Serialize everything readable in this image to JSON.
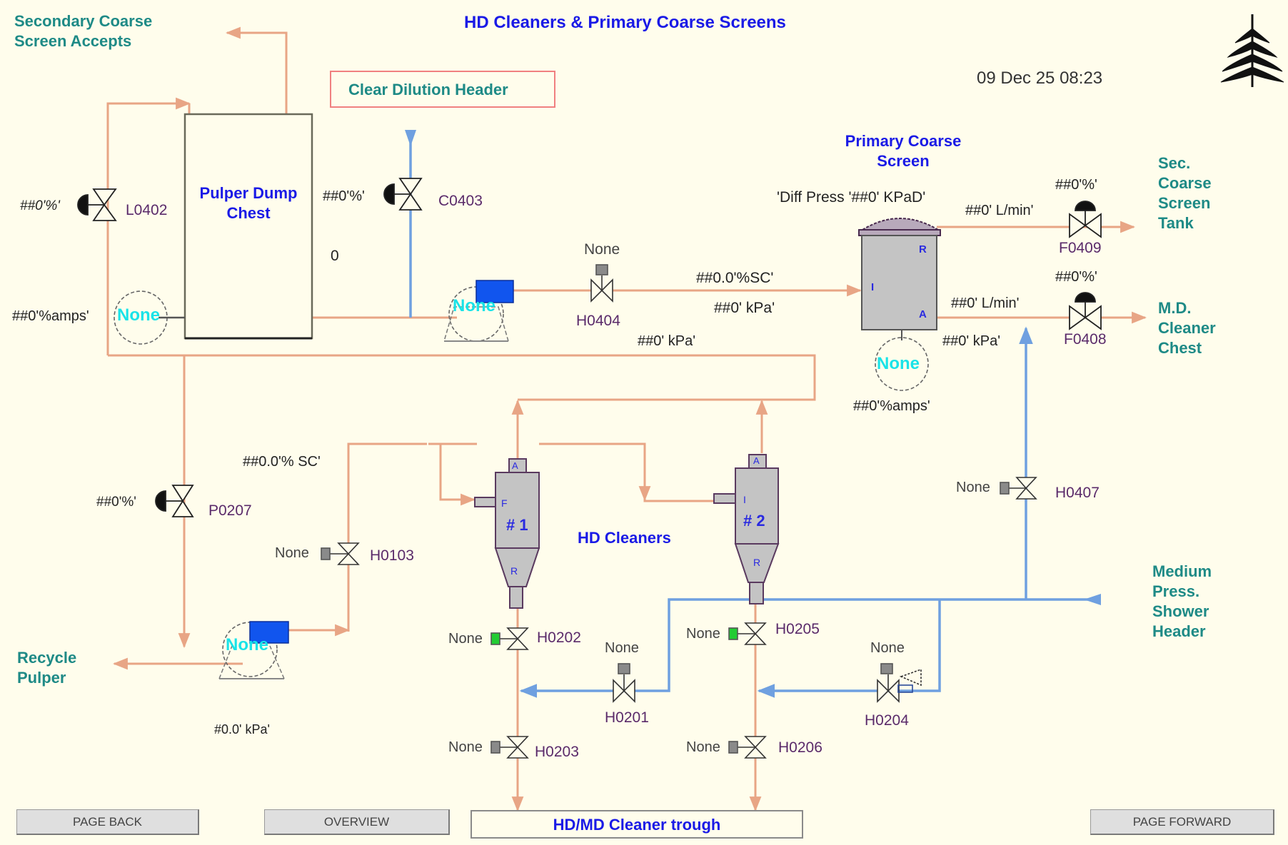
{
  "header": {
    "title": "HD Cleaners & Primary Coarse Screens",
    "timestamp": "09 Dec 25 08:23",
    "logo_icon": "fern-logo-icon"
  },
  "destinations": {
    "secondary_coarse_accepts": [
      "Secondary Coarse",
      "Screen Accepts"
    ],
    "clear_dilution_header": "Clear Dilution Header",
    "sec_coarse_screen_tank": [
      "Sec.",
      "Coarse",
      "Screen",
      "Tank"
    ],
    "md_cleaner_chest": [
      "M.D.",
      "Cleaner",
      "Chest"
    ],
    "recycle_pulper": [
      "Recycle",
      "Pulper"
    ],
    "medium_press_shower_header": [
      "Medium",
      "Press.",
      "Shower",
      "Header"
    ],
    "cleaner_trough": "HD/MD Cleaner trough"
  },
  "equipment": {
    "pulper_dump_chest": [
      "Pulper Dump",
      "Chest"
    ],
    "chest_level": "0",
    "primary_coarse_screen": [
      "Primary Coarse",
      "Screen"
    ],
    "screen_diff_press": "'Diff Press '##0' KPaD'",
    "screen_ports": {
      "inlet": "I",
      "reject": "R",
      "accept": "A"
    },
    "hd_cleaners_label": "HD Cleaners",
    "cleaner_1": {
      "label": "# 1",
      "port_top": "A",
      "port_feed": "F",
      "port_reject": "R"
    },
    "cleaner_2": {
      "label": "# 2",
      "port_top": "A",
      "port_feed": "I",
      "port_reject": "R"
    }
  },
  "motors": {
    "chest_agitator": {
      "status": "None",
      "amps": "##0'%amps'"
    },
    "screen_motor": {
      "status": "None",
      "amps": "##0'%amps'"
    },
    "pump_1": {
      "status": "None"
    },
    "pump_2": {
      "status": "None",
      "pressure": "#0.0' kPa'"
    }
  },
  "valves": {
    "L0402": {
      "tag": "L0402",
      "output": "##0'%'"
    },
    "C0403": {
      "tag": "C0403",
      "output": "##0'%'"
    },
    "H0404": {
      "tag": "H0404",
      "status": "None"
    },
    "F0409": {
      "tag": "F0409",
      "output": "##0'%'"
    },
    "F0408": {
      "tag": "F0408",
      "output": "##0'%'"
    },
    "H0407": {
      "tag": "H0407",
      "status": "None"
    },
    "P0207": {
      "tag": "P0207",
      "output": "##0'%'"
    },
    "H0103": {
      "tag": "H0103",
      "status": "None"
    },
    "H0202": {
      "tag": "H0202",
      "status": "None"
    },
    "H0201": {
      "tag": "H0201",
      "status": "None"
    },
    "H0203": {
      "tag": "H0203",
      "status": "None"
    },
    "H0205": {
      "tag": "H0205",
      "status": "None"
    },
    "H0204": {
      "tag": "H0204",
      "status": "None"
    },
    "H0206": {
      "tag": "H0206",
      "status": "None"
    }
  },
  "measurements": {
    "screen_feed_consistency": "##0.0'%SC'",
    "screen_feed_pressure": "##0' kPa'",
    "pump1_discharge_pressure": "##0' kPa'",
    "reject_flow": "##0' L/min'",
    "accept_flow": "##0' L/min'",
    "accept_pressure": "##0' kPa'",
    "cleaner_feed_consistency": "##0.0'% SC'"
  },
  "colors": {
    "background": "#fffdec",
    "stock_line": "#e8a585",
    "water_line": "#6fa0e0",
    "title_blue": "#1a1ae6",
    "label_teal": "#1e8a86",
    "status_cyan": "#19e3e8",
    "indicator_green": "#22cc33",
    "indicator_grey": "#8a8a8a",
    "motor_blue": "#1155ee",
    "vessel_grey": "#c4c4c4"
  },
  "nav": {
    "page_back": "PAGE BACK",
    "overview": "OVERVIEW",
    "page_forward": "PAGE FORWARD"
  }
}
